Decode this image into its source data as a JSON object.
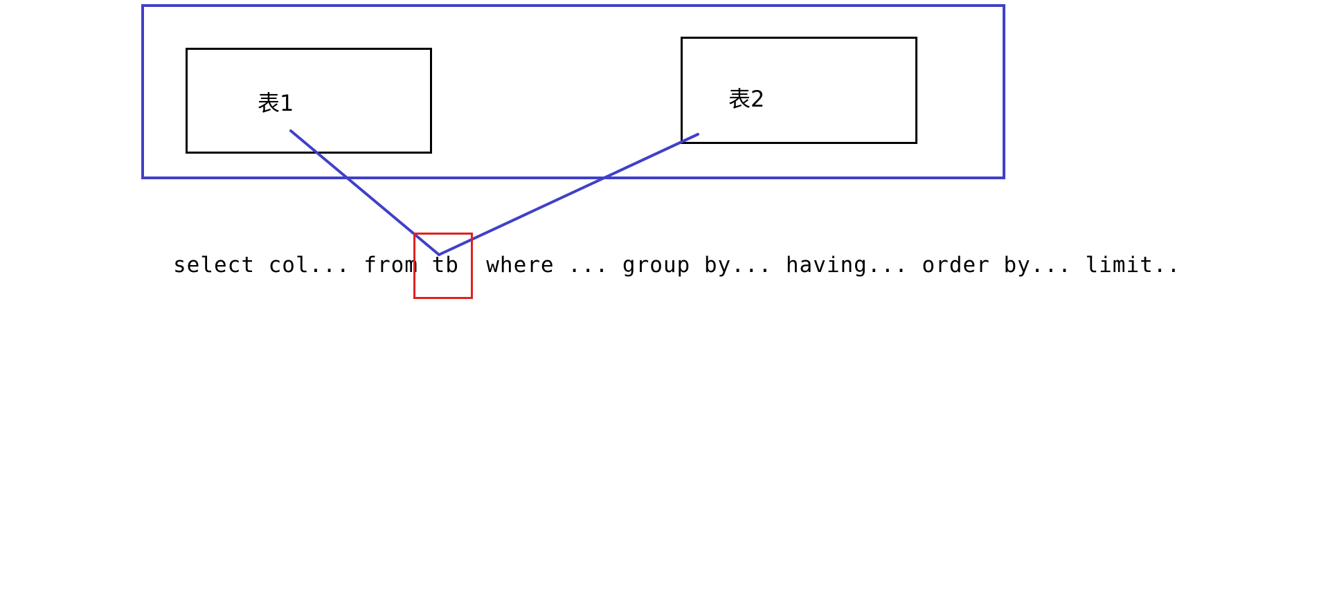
{
  "tables": {
    "table1_label": "表1",
    "table2_label": "表2"
  },
  "sql": {
    "before": "select col... from ",
    "highlighted": "tb",
    "after": "  where ... group by... having... order by... limit.."
  },
  "colors": {
    "outer_border": "#4040c8",
    "connector": "#4040c8",
    "highlight": "#e02020",
    "table_border": "#000000"
  }
}
